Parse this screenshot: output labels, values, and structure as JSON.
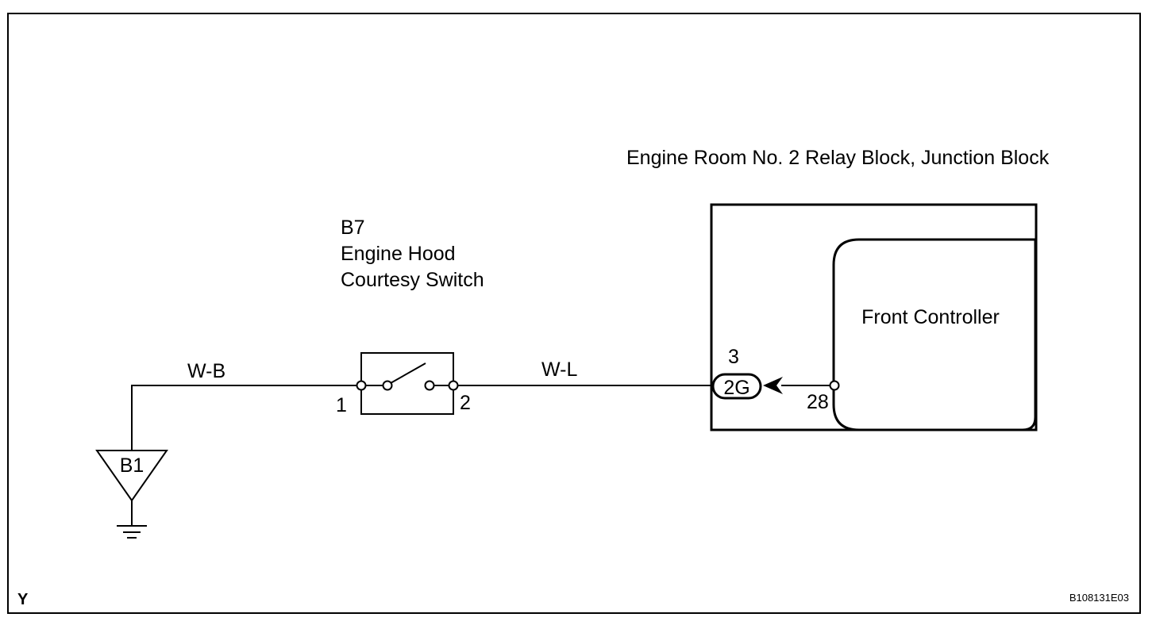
{
  "frame": {
    "corner_mark": "Y",
    "figure_code": "B108131E03"
  },
  "ground": {
    "id": "B1"
  },
  "switch": {
    "code": "B7",
    "name_line1": "Engine Hood",
    "name_line2": "Courtesy Switch",
    "pin_left": "1",
    "pin_right": "2"
  },
  "wires": {
    "left": "W-B",
    "right": "W-L"
  },
  "relay_block": {
    "title": "Engine Room No. 2 Relay Block, Junction Block",
    "connector_code": "2G",
    "connector_pin": "3",
    "controller_name": "Front Controller",
    "controller_pin": "28"
  }
}
